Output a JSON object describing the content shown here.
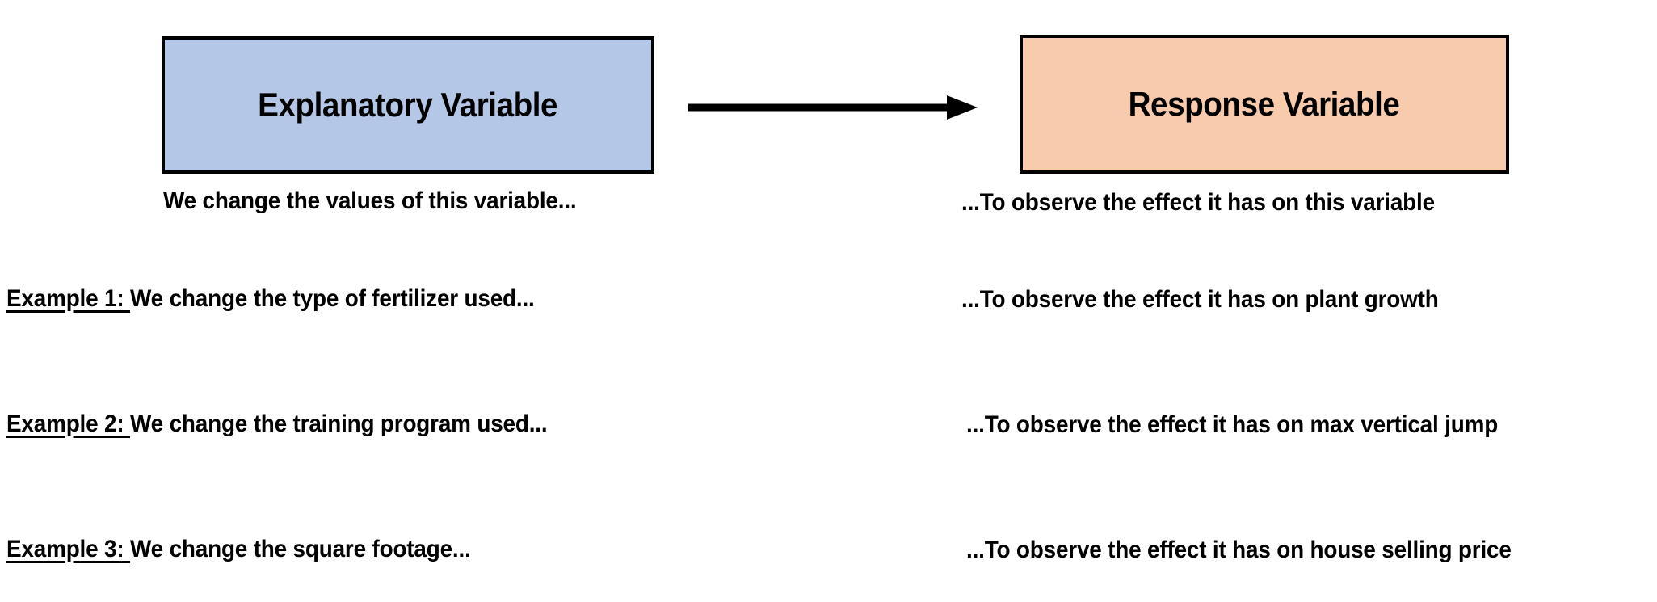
{
  "diagram": {
    "title_concept": "Explanatory vs Response Variable",
    "boxes": {
      "explanatory": {
        "label": "Explanatory Variable",
        "fill_color": "#B4C7E7",
        "border_color": "#000000",
        "caption": "We change the values of this variable..."
      },
      "response": {
        "label": "Response Variable",
        "fill_color": "#F8CBAD",
        "border_color": "#000000",
        "caption": "...To observe the effect it has on this variable"
      }
    },
    "arrow": {
      "direction": "left-to-right",
      "color": "#000000"
    },
    "examples": [
      {
        "label": "Example 1: ",
        "cause": "We change the type of fertilizer used...",
        "effect": "...To observe the effect it has on plant growth"
      },
      {
        "label": "Example 2: ",
        "cause": "We change the training program used...",
        "effect": "...To observe the effect it has on max vertical jump"
      },
      {
        "label": "Example 3: ",
        "cause": "We change the square footage...",
        "effect": "...To observe the effect it has on house selling price"
      }
    ]
  }
}
